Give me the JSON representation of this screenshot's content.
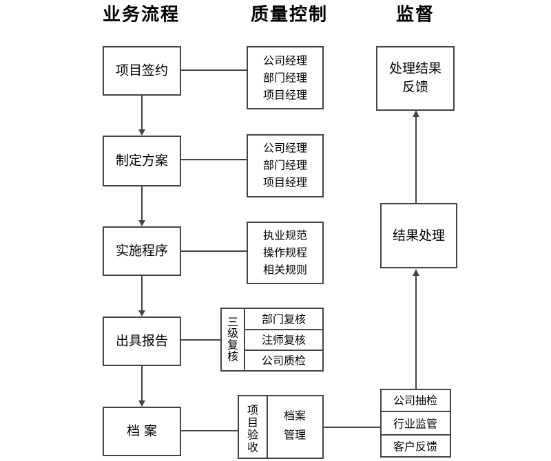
{
  "columns": {
    "process": "业务流程",
    "quality": "质量控制",
    "supervision": "监督"
  },
  "process": {
    "step1": "项目签约",
    "step2": "制定方案",
    "step3": "实施程序",
    "step4": "出具报告",
    "step5": "档 案"
  },
  "quality": {
    "block1": [
      "公司经理",
      "部门经理",
      "项目经理"
    ],
    "block2": [
      "公司经理",
      "部门经理",
      "项目经理"
    ],
    "block3": [
      "执业规范",
      "操作规程",
      "相关规则"
    ],
    "review": {
      "label": [
        "三",
        "级",
        "复",
        "核"
      ],
      "items": [
        "部门复核",
        "注师复核",
        "公司质检"
      ]
    },
    "acceptance": {
      "label": [
        "项",
        "目",
        "验",
        "收"
      ],
      "items": [
        "档案",
        "管理"
      ]
    }
  },
  "supervision": {
    "feedback": [
      "处理结果",
      "反馈"
    ],
    "handling": "结果处理",
    "checks": [
      "公司抽检",
      "行业监管",
      "客户反馈"
    ]
  }
}
